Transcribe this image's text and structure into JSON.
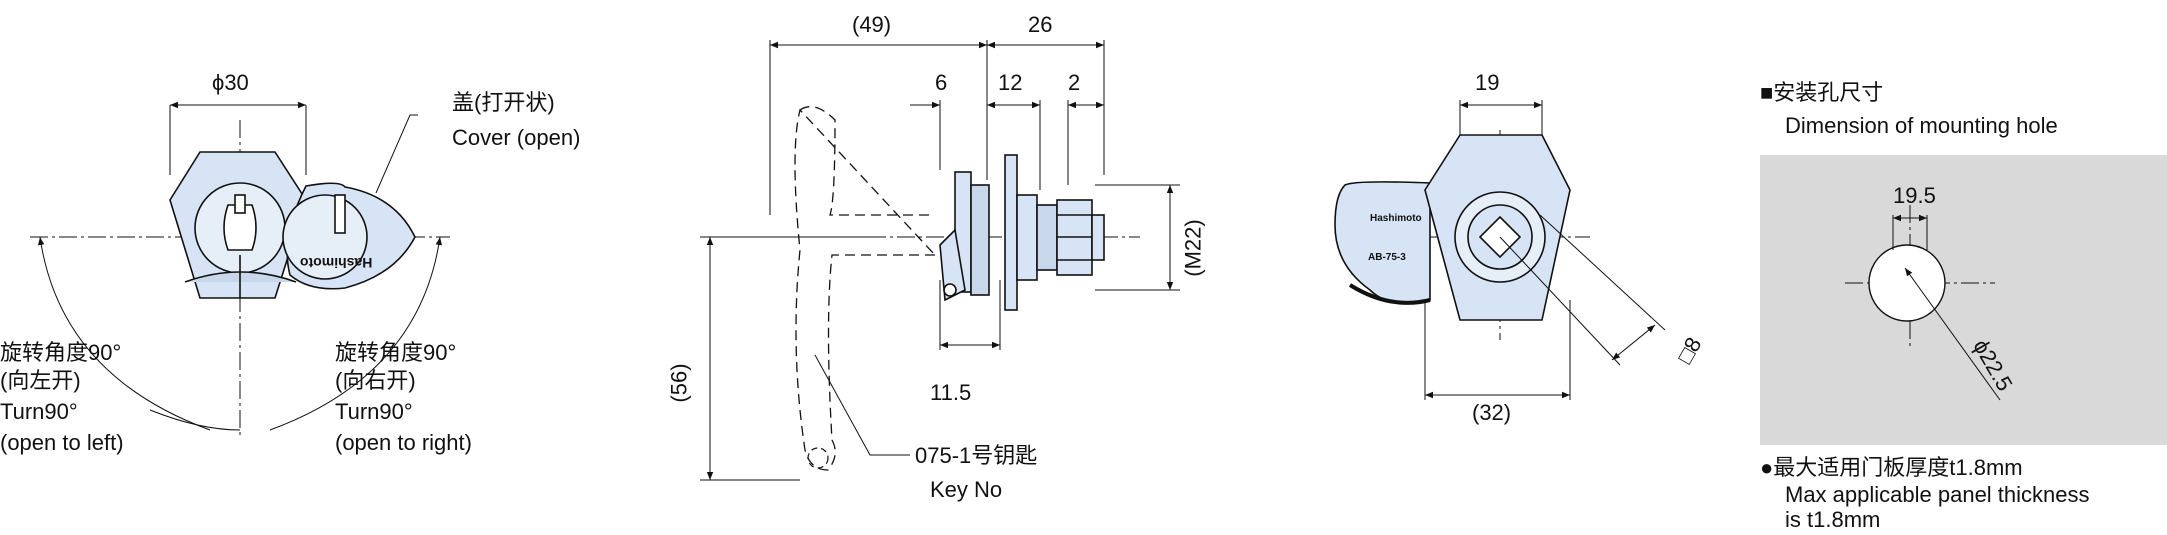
{
  "front_view": {
    "dim_diameter": "ϕ30",
    "cover_label_cn": "盖(打开状)",
    "cover_label_en": "Cover (open)",
    "brand_mark": "Hashimoto",
    "left_turn": [
      "旋转角度90°",
      "(向左开)",
      "Turn90°",
      "(open to left)"
    ],
    "right_turn": [
      "旋转角度90°",
      "(向右开)",
      "Turn90°",
      "(open to right)"
    ]
  },
  "side_view": {
    "dim_49": "(49)",
    "dim_26": "26",
    "dim_6": "6",
    "dim_12": "12",
    "dim_2": "2",
    "dim_m22": "(M22)",
    "dim_56": "(56)",
    "dim_11_5": "11.5",
    "key_label_cn": "075-1号钥匙",
    "key_label_en": "Key No"
  },
  "back_view": {
    "dim_19": "19",
    "dim_32": "(32)",
    "dim_sq8": "□8",
    "brand_mark": "Hashimoto",
    "model_mark": "AB-75-3"
  },
  "mounting": {
    "title_cn": "■安装孔尺寸",
    "title_en": "Dimension of mounting hole",
    "dim_19_5": "19.5",
    "dim_22_5": "ϕ22.5",
    "panel_note_cn": "●最大适用门板厚度t1.8mm",
    "panel_note_en_1": "Max applicable panel thickness",
    "panel_note_en_2": "is t1.8mm",
    "panel_color": "#d9d9d9",
    "part_color": "#d6e4f5"
  }
}
